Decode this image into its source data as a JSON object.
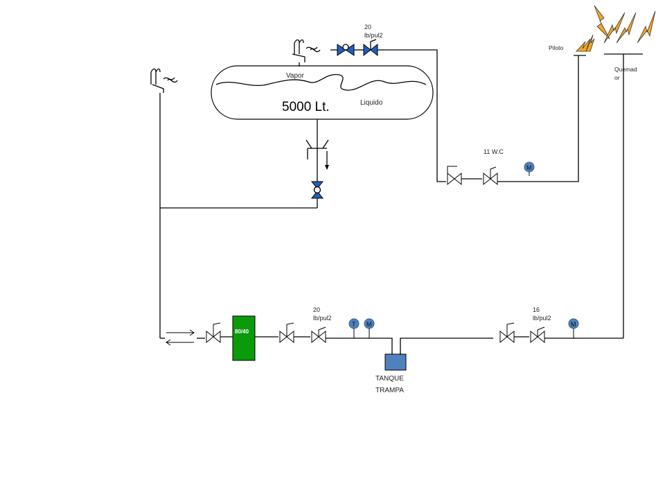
{
  "tank": {
    "capacity": "5000 Lt.",
    "vapor": "Vapor",
    "liquid": "Liquido"
  },
  "labels": {
    "pressure_top": [
      "20",
      "lb/pul2"
    ],
    "water_column": "11 W.C",
    "pilot": "Piloto",
    "burner": [
      "Quemad",
      "or"
    ],
    "pressure_bottom_left": [
      "20",
      "lb/pul2"
    ],
    "pressure_bottom_right": [
      "16",
      "lb/pul2"
    ],
    "filter": "80/40",
    "trap_tank": [
      "TANQUE",
      "TRAMPA"
    ]
  },
  "gauges": {
    "manometer": "M",
    "thermometer": "T"
  },
  "colors": {
    "valve_blue": "#1f5fbf",
    "gauge": "#4f81bd",
    "filter": "#0a9a0a",
    "trap_tank": "#4f81bd",
    "flame": "#f5a623"
  }
}
